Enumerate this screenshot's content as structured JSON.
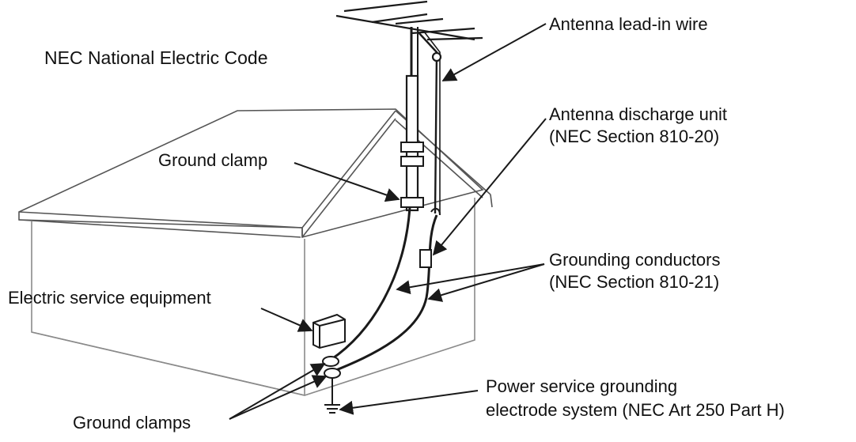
{
  "diagram": {
    "title": "NEC National Electric Code",
    "labels": {
      "antenna_lead_in": "Antenna lead-in wire",
      "discharge_unit_line1": "Antenna discharge unit",
      "discharge_unit_line2": "(NEC Section 810-20)",
      "ground_clamp": "Ground clamp",
      "grounding_conductors_line1": "Grounding conductors",
      "grounding_conductors_line2": "(NEC Section 810-21)",
      "electric_service": "Electric service equipment",
      "power_service_line1": "Power service grounding",
      "power_service_line2": "electrode system (NEC Art 250 Part H)",
      "ground_clamps": "Ground clamps"
    },
    "colors": {
      "line": "#1a1a1a",
      "light_line": "#8a8a8a",
      "background": "#ffffff"
    }
  }
}
